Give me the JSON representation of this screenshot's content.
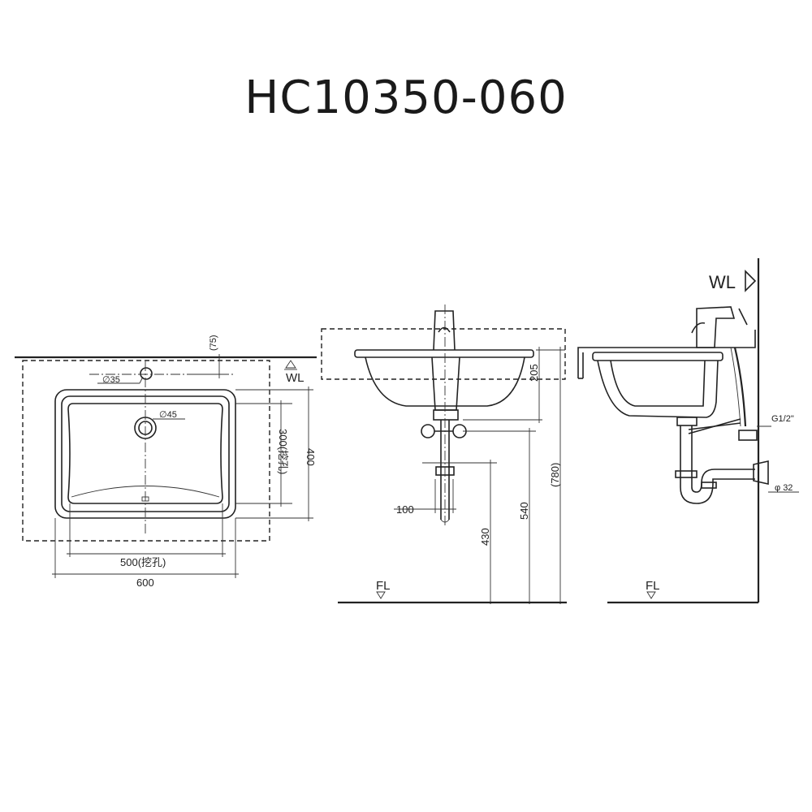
{
  "title": "HC10350-060",
  "labels": {
    "wl": "WL",
    "fl": "FL",
    "dia35": "∅35",
    "dia45": "∅45",
    "d75": "(75)",
    "d300": "300(挖孔)",
    "d400": "400",
    "d500": "500(挖孔)",
    "d600": "600",
    "d205": "205",
    "d780": "(780)",
    "d540": "540",
    "d430": "430",
    "d100": "100",
    "g12": "G1/2\"",
    "phi32": "φ 32"
  }
}
